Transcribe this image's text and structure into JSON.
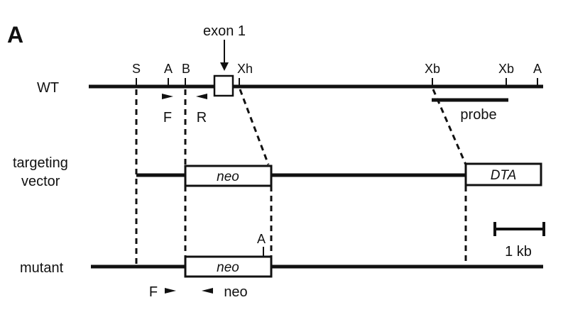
{
  "panel_label": "A",
  "rows": {
    "wt": "WT",
    "targeting_line1": "targeting",
    "targeting_line2": "vector",
    "mutant": "mutant"
  },
  "sites": {
    "S": "S",
    "A": "A",
    "B": "B",
    "Xh": "Xh",
    "Xb": "Xb"
  },
  "exon_label": "exon 1",
  "primers": {
    "F": "F",
    "R": "R",
    "neo": "neo"
  },
  "probe_label": "probe",
  "cassettes": {
    "neo": "neo",
    "dta": "DTA"
  },
  "scale_label": "1 kb",
  "colors": {
    "line": "#111111",
    "background": "#ffffff"
  }
}
